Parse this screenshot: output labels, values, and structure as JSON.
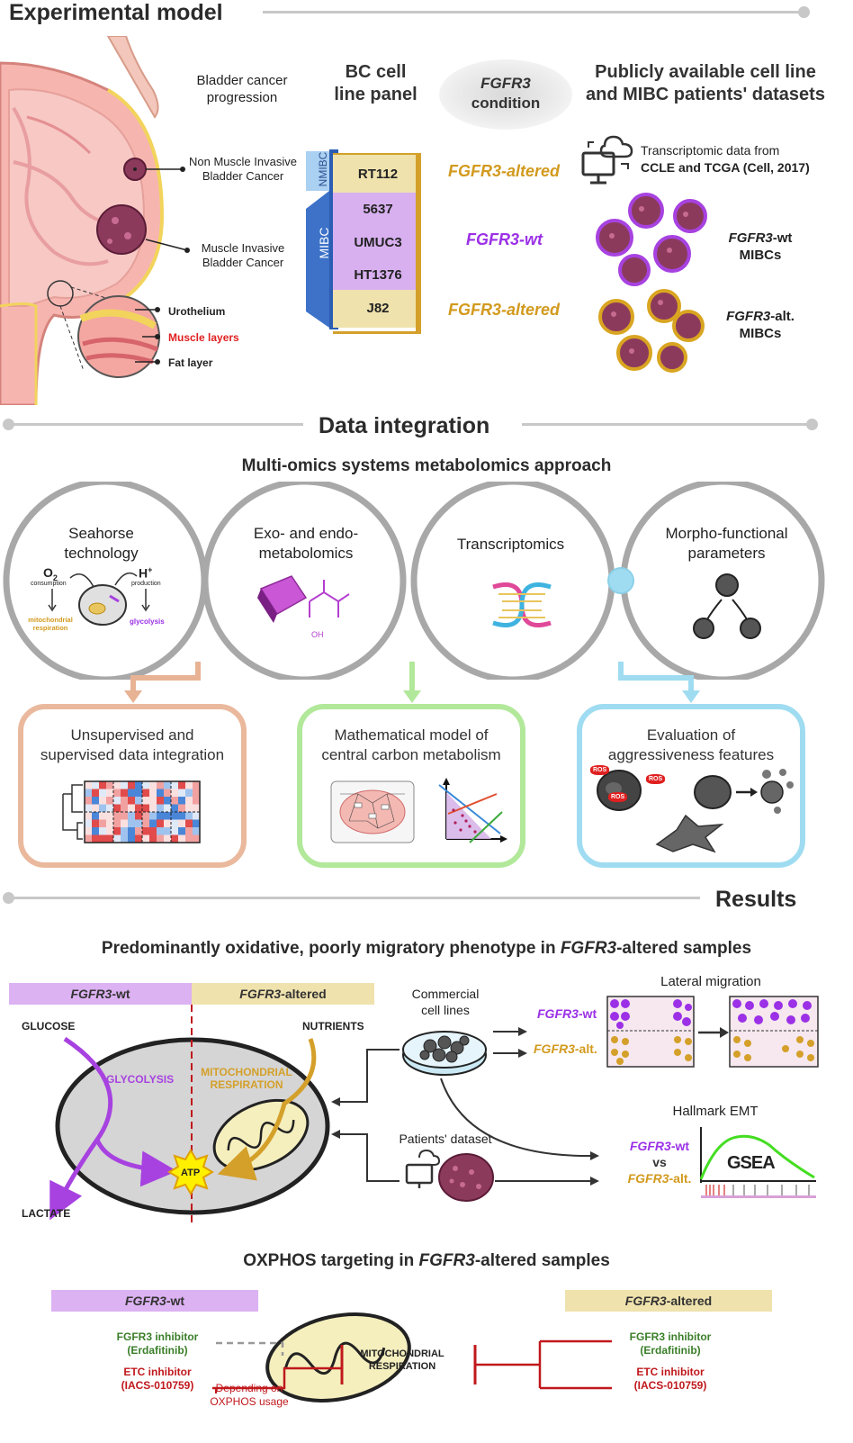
{
  "sections": {
    "experimental_model": "Experimental model",
    "data_integration": "Data integration",
    "results": "Results"
  },
  "experimental": {
    "progression_label": "Bladder cancer\nprogression",
    "nmibc_label": "Non Muscle Invasive\nBladder Cancer",
    "mibc_label": "Muscle Invasive\nBladder Cancer",
    "layers": [
      "Urothelium",
      "Muscle layers",
      "Fat layer"
    ],
    "panel_title": "BC cell\nline panel",
    "condition_title_gene": "FGFR3",
    "condition_title_word": "condition",
    "datasets_title": "Publicly available cell line\nand MIBC patients' datasets",
    "nmibc_tag": "NMIBC",
    "mibc_tag": "MIBC",
    "cell_lines": [
      "RT112",
      "5637",
      "UMUC3",
      "HT1376",
      "J82"
    ],
    "cond_altered_1": {
      "gene": "FGFR3",
      "suffix": "-altered"
    },
    "cond_wt": {
      "gene": "FGFR3",
      "suffix": "-wt"
    },
    "cond_altered_2": {
      "gene": "FGFR3",
      "suffix": "-altered"
    },
    "transcriptomic_line1": "Transcriptomic data from",
    "transcriptomic_line2": "CCLE and TCGA (Cell, 2017)",
    "wt_mibcs": {
      "gene": "FGFR3",
      "suffix": "-wt",
      "line2": "MIBCs"
    },
    "alt_mibcs": {
      "gene": "FGFR3",
      "suffix": "-alt.",
      "line2": "MIBCs"
    }
  },
  "integration": {
    "subtitle": "Multi-omics systems metabolomics approach",
    "circles": [
      "Seahorse\ntechnology",
      "Exo- and endo-\nmetabolomics",
      "Transcriptomics",
      "Morpho-functional\nparameters"
    ],
    "seahorse": {
      "o2": "O",
      "o2_sub": "2",
      "consumption": "consumption",
      "h": "H",
      "h_sup": "+",
      "production": "production",
      "mito": "mitochondrial\nrespiration",
      "glyco": "glycolysis"
    },
    "molecule_oh": "OH",
    "cards": [
      "Unsupervised and\nsupervised data integration",
      "Mathematical model of\ncentral carbon metabolism",
      "Evaluation of\naggressiveness features"
    ],
    "ros": "ROS"
  },
  "results": {
    "phenotype_title_a": "Predominantly oxidative, poorly migratory phenotype in ",
    "phenotype_title_gene": "FGFR3",
    "phenotype_title_b": "-altered samples",
    "bar_wt": {
      "gene": "FGFR3",
      "suffix": "-wt"
    },
    "bar_alt": {
      "gene": "FGFR3",
      "suffix": "-altered"
    },
    "glucose": "GLUCOSE",
    "nutrients": "NUTRIENTS",
    "glycolysis": "GLYCOLYSIS",
    "mito_resp": "MITOCHONDRIAL\nRESPIRATION",
    "atp": "ATP",
    "lactate": "LACTATE",
    "commercial": "Commercial\ncell lines",
    "patients": "Patients' dataset",
    "lateral_migration": "Lateral migration",
    "mig_wt": {
      "gene": "FGFR3",
      "suffix": "-wt"
    },
    "mig_alt": {
      "gene": "FGFR3",
      "suffix": "-alt."
    },
    "hallmark": "Hallmark EMT",
    "gsea_wt": {
      "gene": "FGFR3",
      "suffix": "-wt"
    },
    "vs": "vs",
    "gsea_alt": {
      "gene": "FGFR3",
      "suffix": "-alt."
    },
    "gsea_logo": "GSEA"
  },
  "oxphos": {
    "title_a": "OXPHOS targeting in ",
    "title_gene": "FGFR3",
    "title_b": "-altered samples",
    "bar_wt": {
      "gene": "FGFR3",
      "suffix": "-wt"
    },
    "bar_alt": {
      "gene": "FGFR3",
      "suffix": "-altered"
    },
    "fgfr3_inhib": "FGFR3 inhibitor",
    "erdafitinib": "(Erdafitinib)",
    "etc_inhib": "ETC inhibitor",
    "iacs": "(IACS-010759)",
    "depending": "Depending on\nOXPHOS usage",
    "mito_resp": "MITOCHONDRIAL\nRESPIRATION"
  },
  "colors": {
    "gold": "#d29a1e",
    "purple": "#9b30e6",
    "wt_bar": "#dcb2f2",
    "alt_bar": "#efe2ad",
    "peach": "#e8b394",
    "green": "#b2e89a",
    "cyan": "#9fdcf1",
    "red": "#c0181c"
  }
}
